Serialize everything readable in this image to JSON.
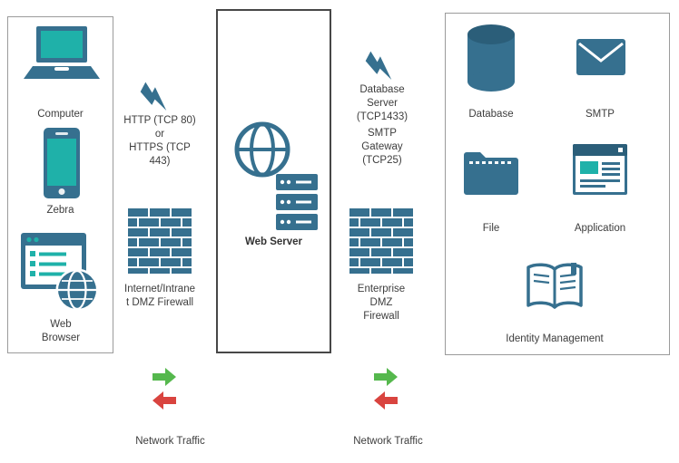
{
  "title": "Web application network architecture diagram",
  "colors": {
    "icon_blue": "#36708F",
    "icon_blue_dark": "#2B5E79",
    "accent_teal": "#1FB1A9",
    "arrow_green": "#55B84D",
    "arrow_red": "#D9443F"
  },
  "client_zone": {
    "items": [
      {
        "name": "computer",
        "label": "Computer"
      },
      {
        "name": "zebra",
        "label": "Zebra"
      },
      {
        "name": "web-browser",
        "label": "Web Browser"
      }
    ]
  },
  "edge_internet": {
    "protocol": "HTTP (TCP 80)\nor\nHTTPS (TCP 443)",
    "firewall_label": "Internet/Intranet DMZ Firewall",
    "traffic_label": "Network Traffic"
  },
  "core": {
    "web_server_label": "Web Server"
  },
  "edge_enterprise": {
    "protocol_db": "Database Server (TCP1433)",
    "protocol_smtp": "SMTP Gateway (TCP25)",
    "firewall_label": "Enterprise DMZ Firewall",
    "traffic_label": "Network Traffic"
  },
  "backend_zone": {
    "items": [
      {
        "name": "database",
        "label": "Database"
      },
      {
        "name": "smtp",
        "label": "SMTP"
      },
      {
        "name": "file",
        "label": "File"
      },
      {
        "name": "application",
        "label": "Application"
      },
      {
        "name": "identity-management",
        "label": "Identity Management"
      }
    ]
  }
}
